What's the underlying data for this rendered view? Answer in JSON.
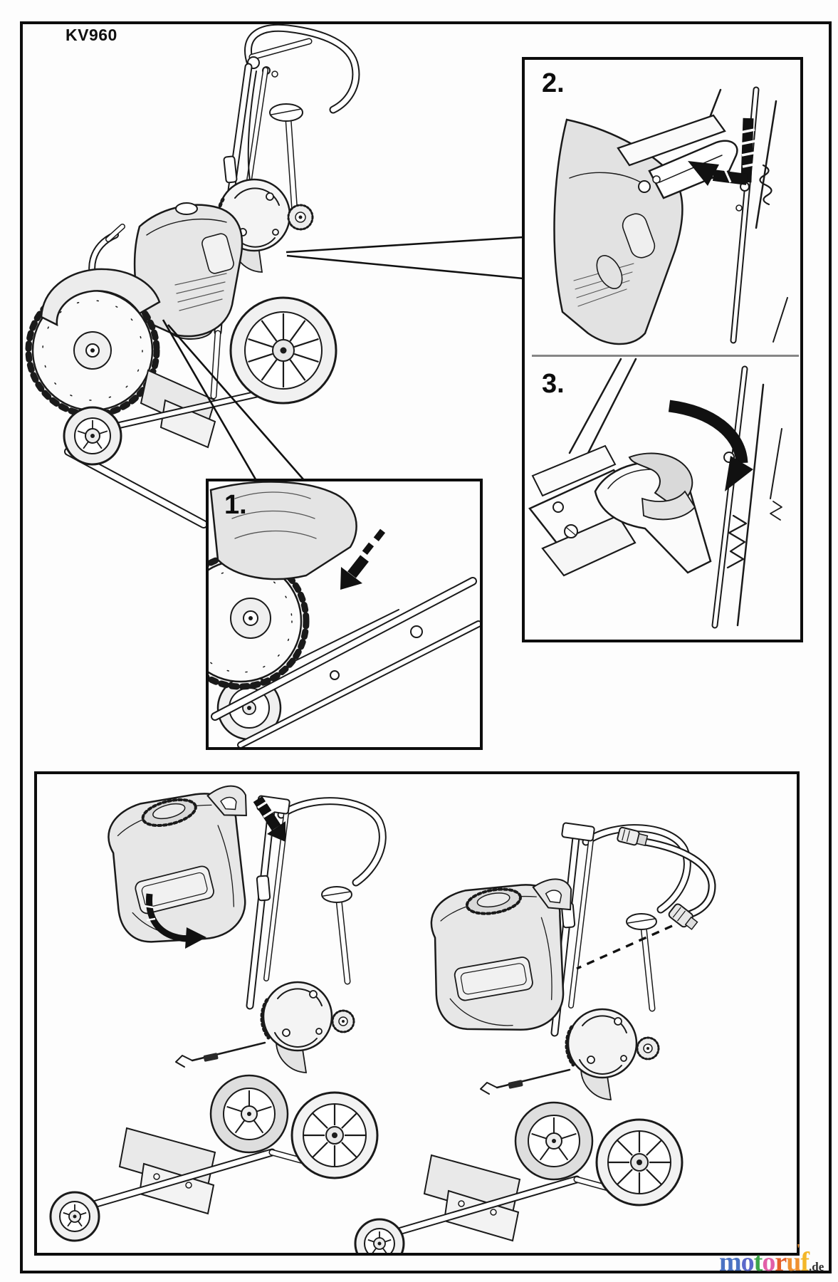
{
  "page": {
    "model_label": "KV960"
  },
  "steps": {
    "step1": {
      "label": "1."
    },
    "step2": {
      "label": "2."
    },
    "step3": {
      "label": "3."
    }
  },
  "illustrations": {
    "main": "KV960 cart with power cutter mounted",
    "step1": "blade and axle close-up with insert arrow",
    "step2": "latch close-up with hook-in arrow",
    "step3": "locking strap close-up with rotate-down arrow",
    "bottom_left": "water tank being placed onto cart mast",
    "bottom_right": "water tank mounted with hose coupling"
  },
  "footer": {
    "logo": {
      "letters": [
        {
          "ch": "m",
          "style": "color:#4a72c3"
        },
        {
          "ch": "o",
          "style": "color:#5b68ca"
        },
        {
          "ch": "t",
          "style": "color:#3ea54b"
        },
        {
          "ch": "o",
          "style": "color:#e25fa8"
        },
        {
          "ch": "r",
          "style": "color:#e4602b"
        },
        {
          "ch": "u",
          "style": "color:#ef9030"
        },
        {
          "ch": "f",
          "style": "color:#f3b72a"
        }
      ],
      "tick": "'",
      "suffix": ".de",
      "suffix_style": "color:#2e2e2e"
    }
  }
}
